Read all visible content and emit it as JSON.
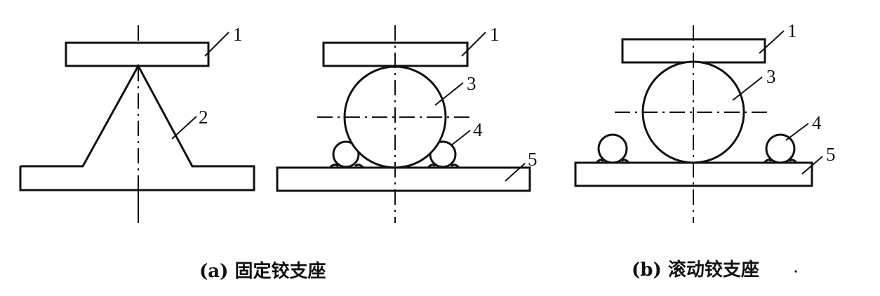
{
  "captions": {
    "a": "(a) 固定铰支座",
    "b": "(b) 滚动铰支座"
  },
  "part_numbers": {
    "a1": "1",
    "a2": "2",
    "m1": "1",
    "m3": "3",
    "m4": "4",
    "m5": "5",
    "b1": "1",
    "b3": "3",
    "b4": "4",
    "b5": "5"
  },
  "colors": {
    "line": "#111111",
    "background": "#ffffff"
  }
}
